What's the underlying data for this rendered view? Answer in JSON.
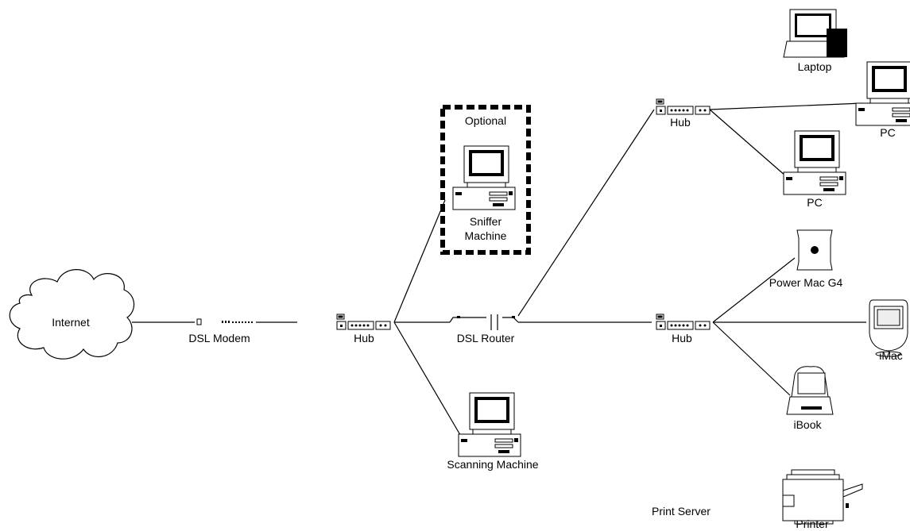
{
  "labels": {
    "internet": "Internet",
    "dsl_modem": "DSL Modem",
    "hub_main": "Hub",
    "dsl_router": "DSL Router",
    "optional": "Optional",
    "sniffer_line1": "Sniffer",
    "sniffer_line2": "Machine",
    "scanning_machine": "Scanning Machine",
    "hub_top": "Hub",
    "hub_bottom": "Hub",
    "laptop": "Laptop",
    "pc_right": "PC",
    "pc_mid": "PC",
    "power_mac": "Power Mac G4",
    "imac": "iMac",
    "ibook": "iBook",
    "print_server": "Print Server",
    "printer": "Printer"
  },
  "icons": {
    "cloud": "cloud-icon",
    "modem": "dsl-modem-icon",
    "hub": "hub-icon",
    "router": "dsl-router-icon",
    "desktop": "desktop-pc-icon",
    "laptop": "laptop-icon",
    "powermac": "power-mac-g4-icon",
    "imac": "imac-icon",
    "ibook": "ibook-icon",
    "printer": "printer-icon"
  }
}
